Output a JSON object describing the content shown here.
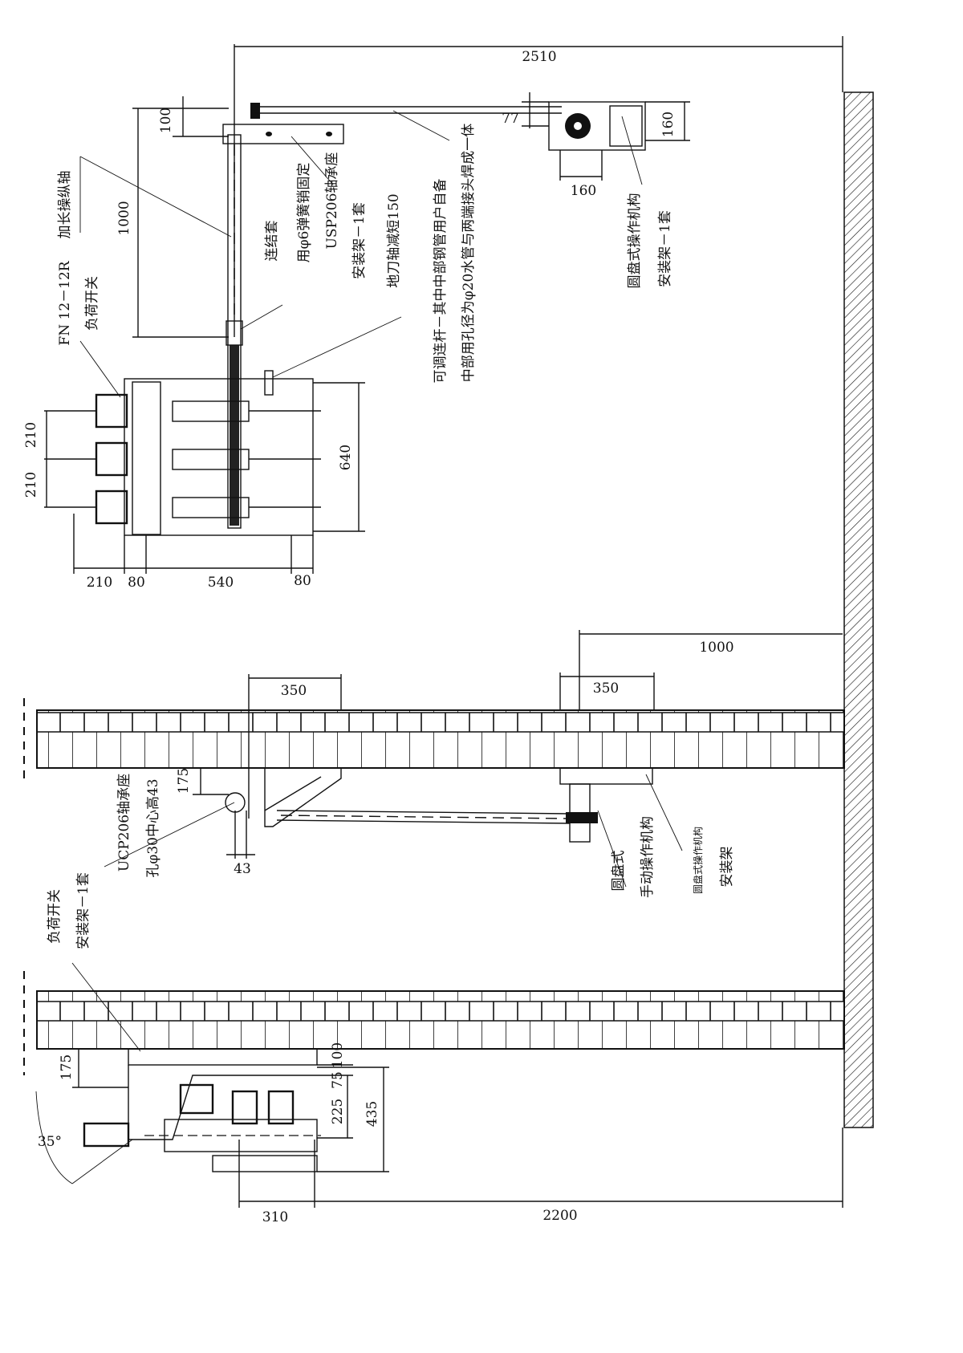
{
  "top_view": {
    "dimensions": {
      "overall_width": "2510",
      "bracket_offset": "100",
      "shaft_length": "1000",
      "mechanism_offset": "77",
      "mechanism_height": "160",
      "mechanism_width": "160",
      "phase_spacing_1": "210",
      "phase_spacing_2": "210",
      "switch_depth": "640",
      "bottom_1": "210",
      "bottom_2": "80",
      "bottom_3": "540",
      "bottom_4": "80"
    },
    "labels": {
      "extension_shaft": "加长操纵轴",
      "switch_model": "FN  12－12R",
      "load_switch": "负荷开关",
      "coupling": "连结套",
      "spring_pin": "用φ6弹簧销固定",
      "bearing_seat": "USP206轴承座",
      "mount_frame": "安装架－1套",
      "earth_shaft": "地刀轴减短150",
      "adjustable_rod": "可调连杆－其中中部钢管用户自备",
      "rod_note": "中部用孔径为φ20水管与两端接头焊成一体",
      "disc_mechanism": "圆盘式操作机构",
      "mech_mount_frame": "安装架－1套"
    }
  },
  "middle_view": {
    "dimensions": {
      "wall_offset": "1000",
      "bracket_left": "350",
      "bracket_right": "350",
      "bearing_drop": "175",
      "bearing_offset": "43"
    },
    "labels": {
      "bearing_seat": "UCP206轴承座",
      "bearing_hole": "孔φ30中心高43",
      "disc_type": "圆盘式",
      "manual_mechanism": "手动操作机构",
      "disc_mechanism_small": "圆盘式操作机构",
      "mount_frame": "安装架"
    }
  },
  "side_view": {
    "dimensions": {
      "drop": "175",
      "d100": "100",
      "d75": "75",
      "d225": "225",
      "d435": "435",
      "angle": "35°",
      "depth": "310",
      "to_wall": "2200"
    },
    "labels": {
      "load_switch": "负荷开关",
      "mount_frame": "安装架－1套"
    }
  }
}
